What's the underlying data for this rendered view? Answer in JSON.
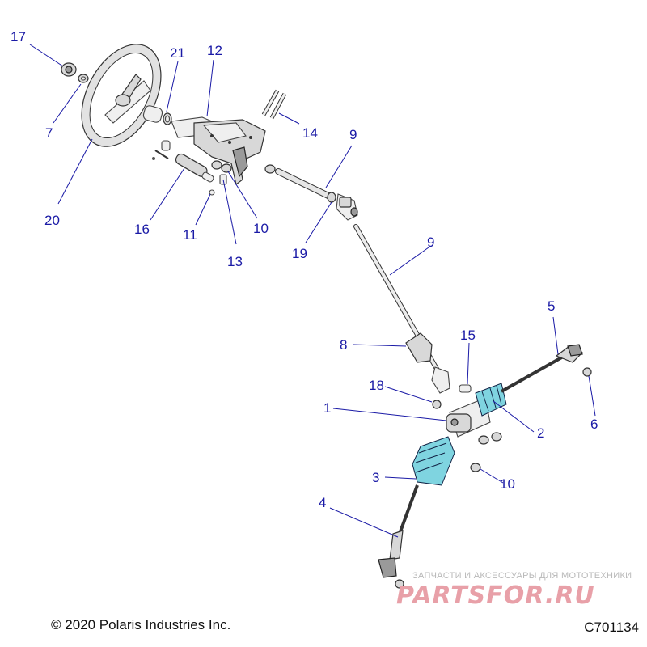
{
  "callouts": [
    {
      "id": "17",
      "label": "17"
    },
    {
      "id": "7",
      "label": "7"
    },
    {
      "id": "20",
      "label": "20"
    },
    {
      "id": "21",
      "label": "21"
    },
    {
      "id": "12",
      "label": "12"
    },
    {
      "id": "14",
      "label": "14"
    },
    {
      "id": "9a",
      "label": "9"
    },
    {
      "id": "16",
      "label": "16"
    },
    {
      "id": "11",
      "label": "11"
    },
    {
      "id": "13",
      "label": "13"
    },
    {
      "id": "10a",
      "label": "10"
    },
    {
      "id": "19",
      "label": "19"
    },
    {
      "id": "9b",
      "label": "9"
    },
    {
      "id": "8",
      "label": "8"
    },
    {
      "id": "15",
      "label": "15"
    },
    {
      "id": "18",
      "label": "18"
    },
    {
      "id": "5",
      "label": "5"
    },
    {
      "id": "1",
      "label": "1"
    },
    {
      "id": "2",
      "label": "2"
    },
    {
      "id": "6",
      "label": "6"
    },
    {
      "id": "3",
      "label": "3"
    },
    {
      "id": "10b",
      "label": "10"
    },
    {
      "id": "4",
      "label": "4"
    }
  ],
  "footer": {
    "copyright": "© 2020 Polaris Industries Inc.",
    "drawing_number": "C701134"
  },
  "watermark": {
    "tagline": "ЗАПЧАСТИ И АКСЕССУАРЫ ДЛЯ МОТОТЕХНИКИ",
    "logo": "PARTSFOR.RU"
  },
  "colors": {
    "callout": "#1a1aa6",
    "boot": "#7fd4e0",
    "watermark_red": "#e8a0a8"
  }
}
